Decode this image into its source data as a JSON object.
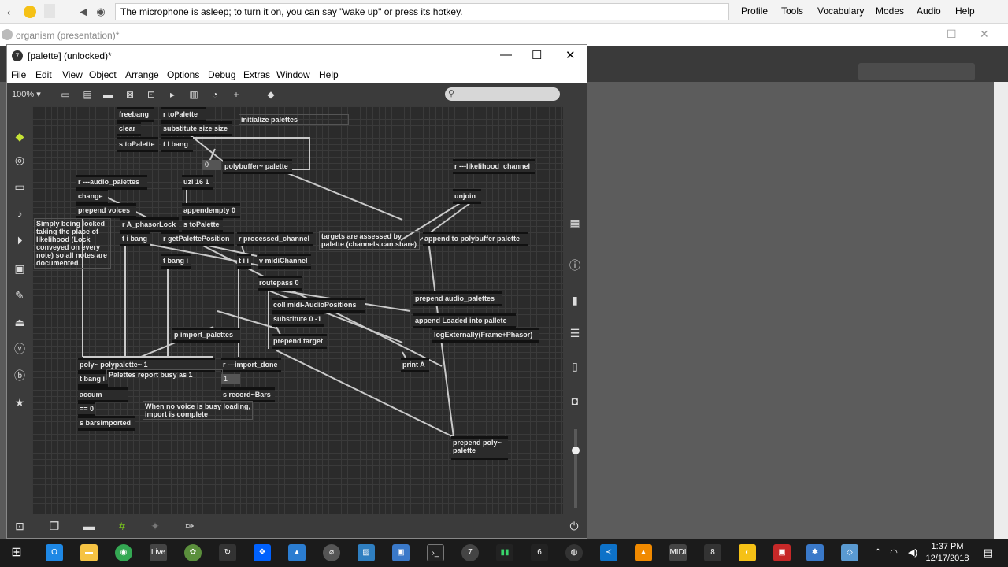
{
  "voicebar": {
    "status": "The microphone is asleep; to turn it on, you can say \"wake up\" or press its hotkey.",
    "menu": [
      "Profile",
      "Tools",
      "Vocabulary",
      "Modes",
      "Audio",
      "Help"
    ]
  },
  "bg_window": {
    "title": "organism (presentation)*"
  },
  "palette_window": {
    "title": "[palette] (unlocked)*",
    "menu": [
      "File",
      "Edit",
      "View",
      "Object",
      "Arrange",
      "Options",
      "Debug",
      "Extras",
      "Window",
      "Help"
    ],
    "zoom": "100%"
  },
  "objects": {
    "freebang": "freebang",
    "r_toPalette": "r toPalette",
    "clear": "clear",
    "substitute_size": "substitute size size",
    "initialize": "initialize palettes",
    "s_toPalette": "s toPalette",
    "t_l_bang": "t l bang",
    "zero": "0",
    "polybuffer": "polybuffer~ palette",
    "r_likelihood": "r ---likelihood_channel",
    "r_audio_palettes": "r ---audio_palettes",
    "uzi": "uzi 16 1",
    "unjoin": "unjoin",
    "change": "change",
    "prepend_voices": "prepend voices",
    "appendempty": "appendempty 0",
    "simply_comment": "Simply being locked taking the place of likelihood (Lock conveyed on every note) so all notes are documented",
    "r_phasorLock": "r A_phasorLock",
    "s_toPalette2": "s toPalette",
    "t_i_bang": "t i bang",
    "r_getPalettePosition": "r getPalettePosition",
    "r_processed_channel": "r processed_channel",
    "targets_comment": "targets are assessed by palette (channels can share)",
    "append_polybuffer": "append to polybuffer palette",
    "t_bang_i": "t bang i",
    "t_i_i": "t i i",
    "v_midiChannel": "v midiChannel",
    "routepass": "routepass 0",
    "prepend_audio_palettes": "prepend audio_palettes",
    "coll_midi": "coll midi-AudioPositions",
    "append_loaded": "append Loaded into pallete",
    "substitute_0": "substitute 0 -1",
    "logExternally": "logExternally(Frame+Phasor)",
    "p_import": "p import_palettes",
    "prepend_target": "prepend target",
    "poly_polypalette": "poly~ polypalette~ 1",
    "r_import_done": "r ---import_done",
    "print_a": "print A",
    "t_bang_i2": "t bang i",
    "palettes_busy": "Palettes report busy as 1",
    "one": "1",
    "accum": "accum",
    "s_record_bars": "s record~Bars",
    "eq_zero": "== 0",
    "no_voice_comment": "When no voice is busy loading, import is complete",
    "s_barsImported": "s barsImported",
    "prepend_poly": "prepend poly~ palette"
  },
  "taskbar": {
    "time": "1:37 PM",
    "date": "12/17/2018"
  }
}
